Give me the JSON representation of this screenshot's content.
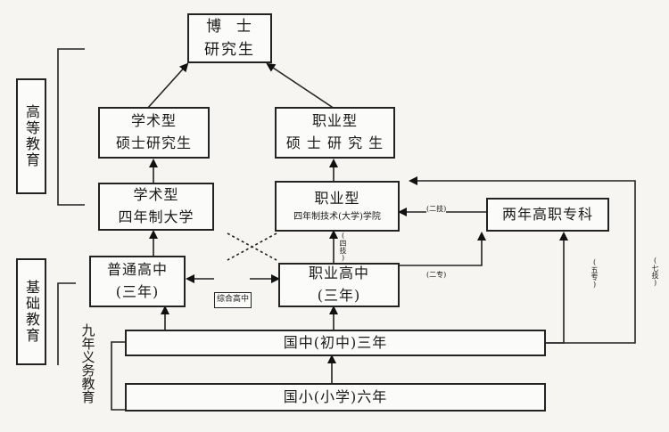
{
  "side_labels": {
    "higher_education": "高等教育",
    "basic_education": "基础教育",
    "compulsory_education": "九年义务教育"
  },
  "nodes": {
    "doctoral": [
      "博  士",
      "研究生"
    ],
    "academic_master": [
      "学术型",
      "硕士研究生"
    ],
    "professional_master": [
      "职业型",
      "硕 士 研 究 生"
    ],
    "academic_university": [
      "学术型",
      "四年制大学"
    ],
    "vocational_university": [
      "职业型",
      "四年制技术(大学)学院"
    ],
    "two_year_college": "两年高职专科",
    "general_high_school": [
      "普通高中",
      "(三年)"
    ],
    "comprehensive_high_school": "综合高中",
    "vocational_high_school": [
      "职业高中",
      "(三年)"
    ],
    "junior_middle_school": "国中(初中)三年",
    "primary_school": "国小(小学)六年"
  },
  "edge_labels": {
    "two_year_a": "(二技)",
    "four_year": "(四技)",
    "two_year_b": "(二专)",
    "five_year": "(五专)",
    "seven_year": "(七技)"
  }
}
